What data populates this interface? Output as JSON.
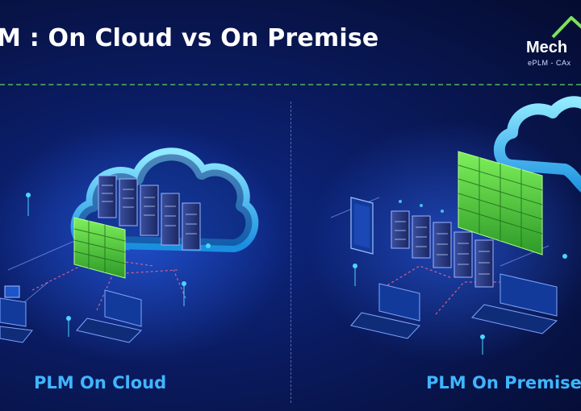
{
  "header": {
    "title": "M : On Cloud vs On Premise",
    "logo_word": "Mech",
    "logo_tagline": "ePLM - CAx"
  },
  "panels": {
    "left_caption": "PLM On Cloud",
    "right_caption": "PLM On Premise"
  },
  "colors": {
    "background": "#0a1a5e",
    "accent_blue": "#3fb6ff",
    "firewall_green": "#4fcf3a",
    "divider_green": "#4fae5b",
    "cloud_cyan": "#5fd8ff"
  },
  "icons": [
    "cloud-icon",
    "server-rack-icon",
    "firewall-icon",
    "laptop-icon",
    "tablet-icon",
    "logo-house-icon"
  ]
}
